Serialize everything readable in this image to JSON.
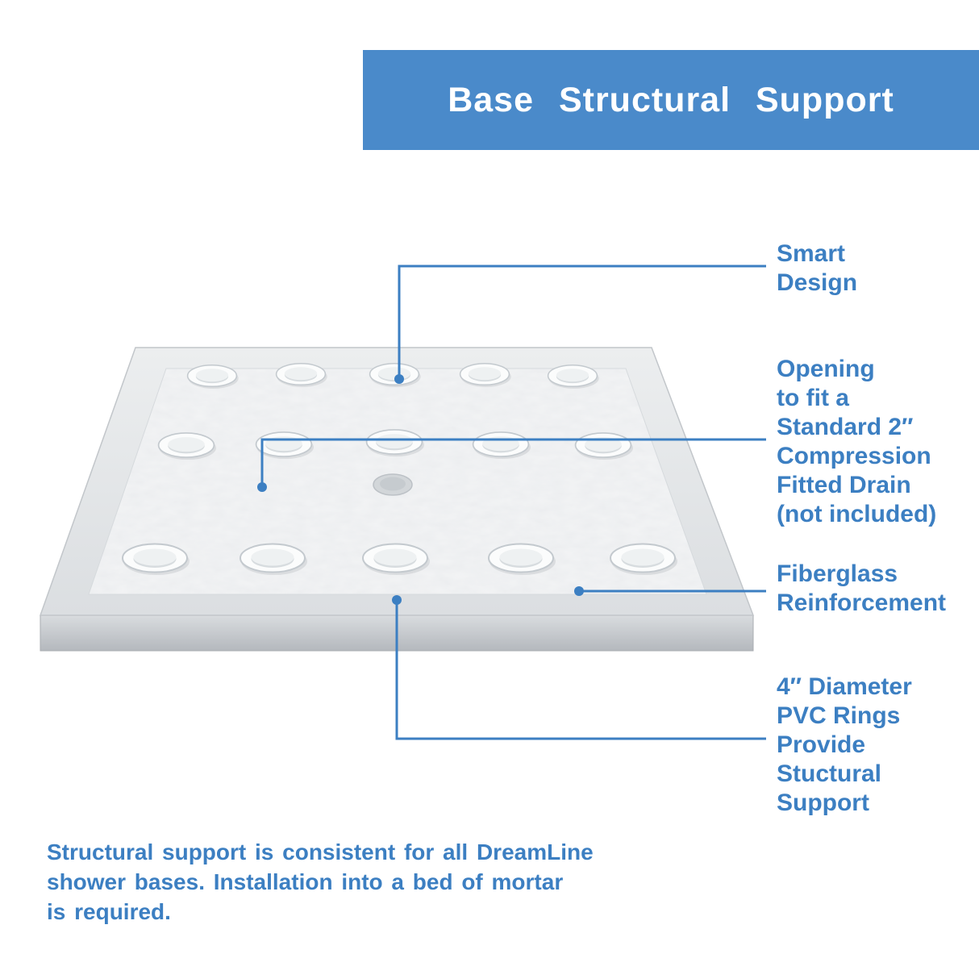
{
  "colors": {
    "accent_blue": "#3c7fc2",
    "banner_blue": "#4a8aca"
  },
  "header": {
    "title": "Base Structural Support"
  },
  "callouts": {
    "smart_design": {
      "label": "Smart\nDesign"
    },
    "drain_opening": {
      "label": "Opening\nto fit a\nStandard 2″\nCompression\nFitted Drain\n(not included)"
    },
    "fiberglass": {
      "label": "Fiberglass\nReinforcement"
    },
    "pvc_rings": {
      "label": "4″ Diameter\nPVC Rings\nProvide\nStuctural\nSupport"
    }
  },
  "footer": {
    "note": "Structural support is consistent for all DreamLine\nshower bases. Installation into a bed of mortar\nis required."
  }
}
